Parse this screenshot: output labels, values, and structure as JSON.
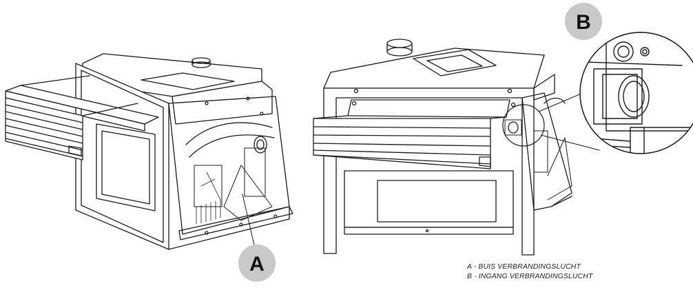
{
  "callouts": {
    "a": "A",
    "b": "B"
  },
  "legend": {
    "items": [
      "A - BUIS VERBRANDINGSLUCHT",
      "B - INGANG VERBRANDINGSLUCHT"
    ]
  },
  "colors": {
    "callout_fill": "#c9c9c9",
    "line": "#1a1a1a"
  },
  "icons": [
    "stove-insert-side-view",
    "stove-insert-front-view",
    "detail-magnifier-circle"
  ]
}
